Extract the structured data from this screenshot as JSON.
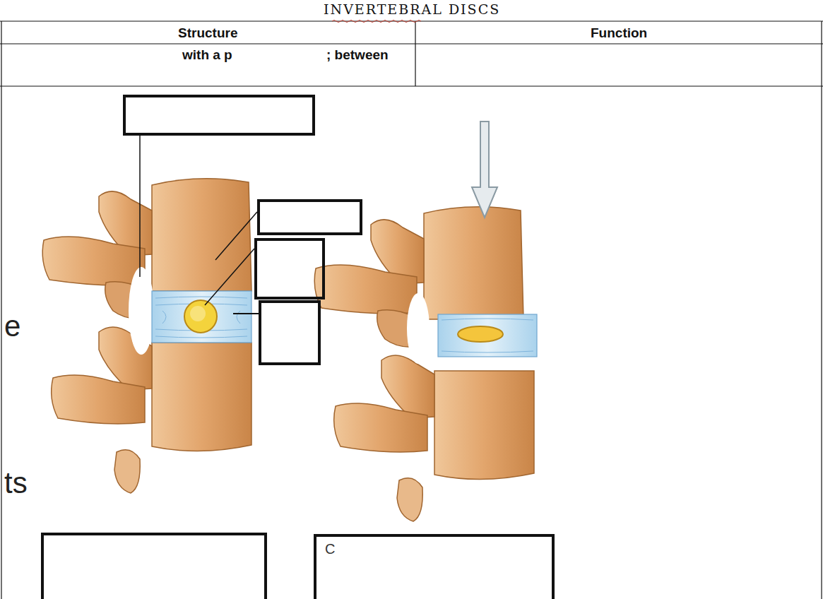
{
  "diagram": {
    "title": "INVERTEBRAL DISCS",
    "nodes": [
      {
        "text": [
          "C"
        ]
      }
    ],
    "labels": [
      "Structure",
      "Function",
      "with a p",
      "; between",
      "e",
      "ts"
    ]
  }
}
